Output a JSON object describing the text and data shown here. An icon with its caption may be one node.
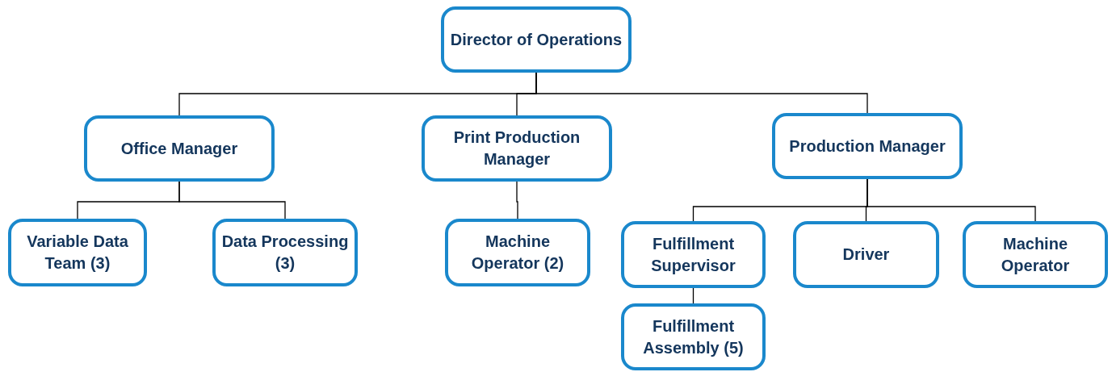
{
  "diagram": {
    "nodes": [
      {
        "text": [
          "Director of Operations"
        ]
      },
      {
        "text": [
          "Office Manager"
        ]
      },
      {
        "text": [
          "Print Production Manager"
        ]
      },
      {
        "text": [
          "Production Manager"
        ]
      },
      {
        "text": [
          "Variable Data Team (3)"
        ]
      },
      {
        "text": [
          "Data Processing (3)"
        ]
      },
      {
        "text": [
          "Machine Operator (2)"
        ]
      },
      {
        "text": [
          "Fulfillment Supervisor"
        ]
      },
      {
        "text": [
          "Driver"
        ]
      },
      {
        "text": [
          "Machine Operator"
        ]
      },
      {
        "text": [
          "Fulfillment Assembly (5)"
        ]
      }
    ],
    "edges": [
      {
        "from": 0,
        "to": 1,
        "arrow": "none"
      },
      {
        "from": 0,
        "to": 2,
        "arrow": "none"
      },
      {
        "from": 0,
        "to": 3,
        "arrow": "none"
      },
      {
        "from": 1,
        "to": 4,
        "arrow": "none"
      },
      {
        "from": 1,
        "to": 5,
        "arrow": "none"
      },
      {
        "from": 2,
        "to": 6,
        "arrow": "none"
      },
      {
        "from": 3,
        "to": 7,
        "arrow": "none"
      },
      {
        "from": 3,
        "to": 8,
        "arrow": "none"
      },
      {
        "from": 3,
        "to": 9,
        "arrow": "none"
      },
      {
        "from": 7,
        "to": 10,
        "arrow": "none"
      }
    ]
  }
}
